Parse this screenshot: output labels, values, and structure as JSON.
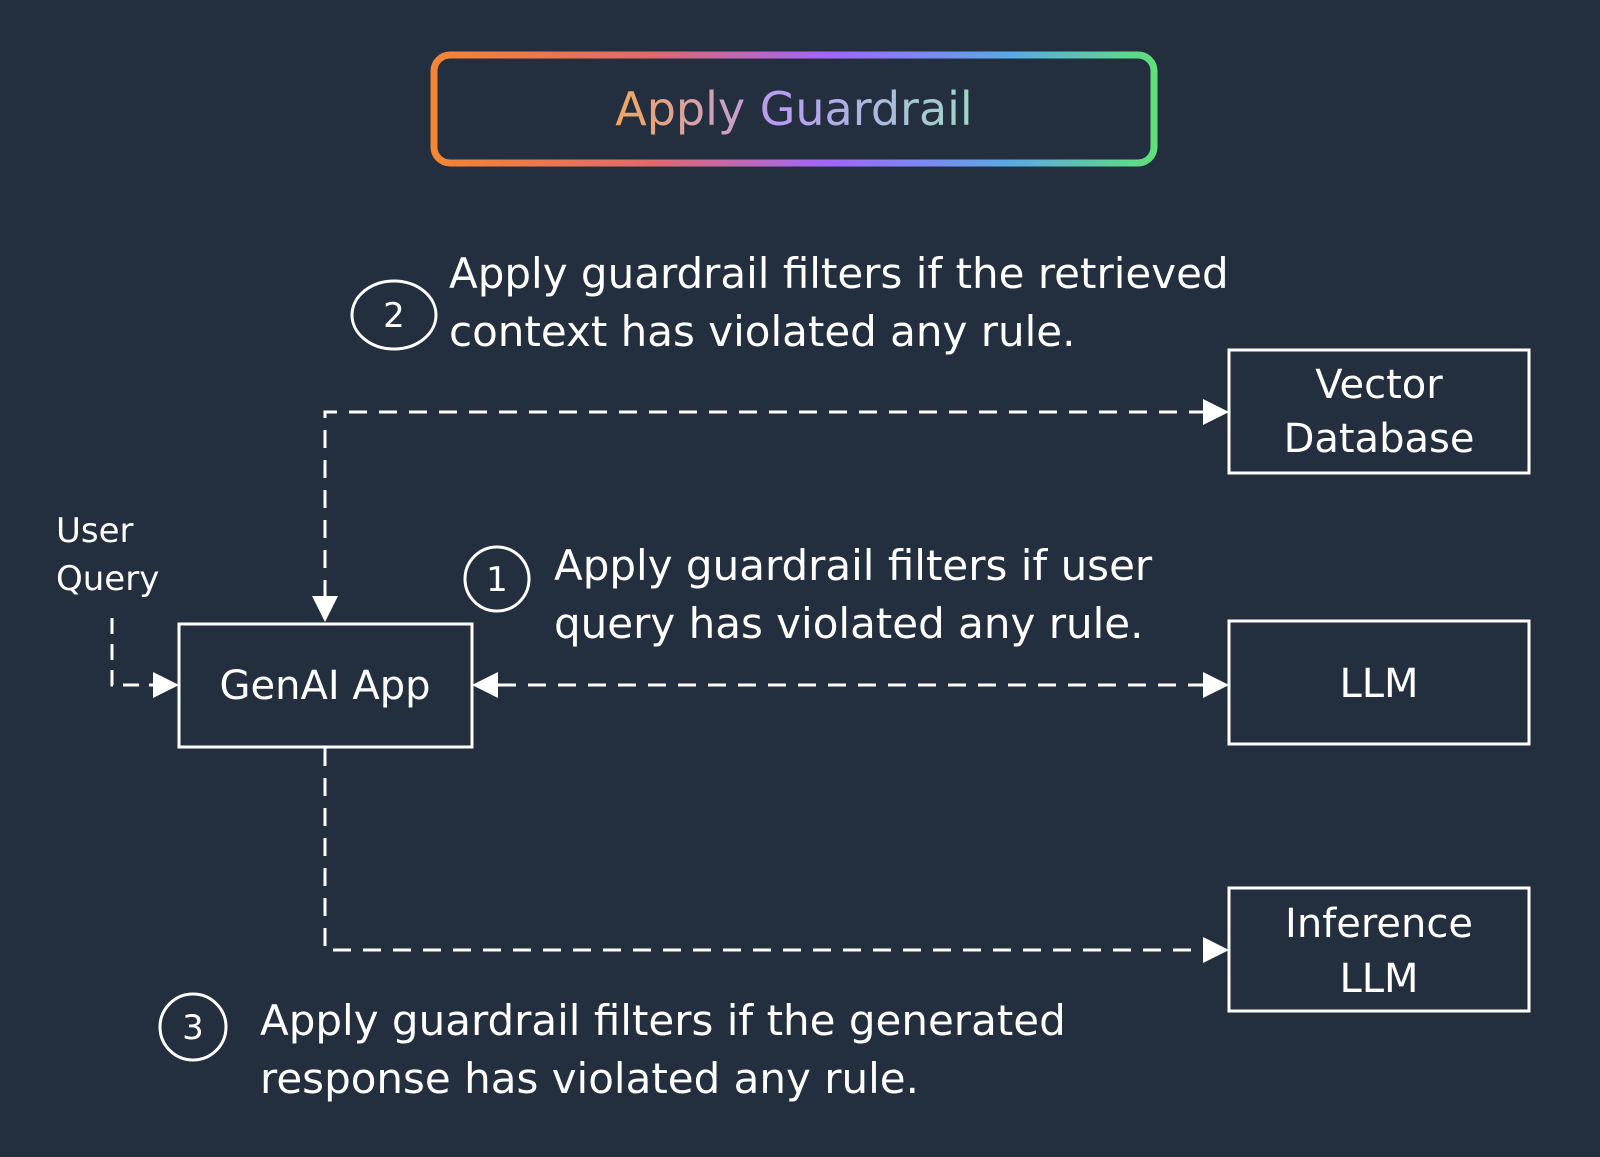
{
  "title": "Apply Guardrail",
  "colors": {
    "background": "#232f3e",
    "line": "#ffffff",
    "title_gradient": [
      "#f58534",
      "#a166ff",
      "#5fe07a"
    ]
  },
  "input": {
    "label_line1": "User",
    "label_line2": "Query"
  },
  "nodes": {
    "genai_app": "GenAI App",
    "vector_db_line1": "Vector",
    "vector_db_line2": "Database",
    "llm": "LLM",
    "inference_line1": "Inference",
    "inference_line2": "LLM"
  },
  "steps": [
    {
      "number": "1",
      "line1": "Apply guardrail filters if user",
      "line2": "query has violated any rule."
    },
    {
      "number": "2",
      "line1": "Apply guardrail filters if the retrieved",
      "line2": "context has violated any rule."
    },
    {
      "number": "3",
      "line1": "Apply guardrail filters if  the generated",
      "line2": "response has violated any rule."
    }
  ]
}
